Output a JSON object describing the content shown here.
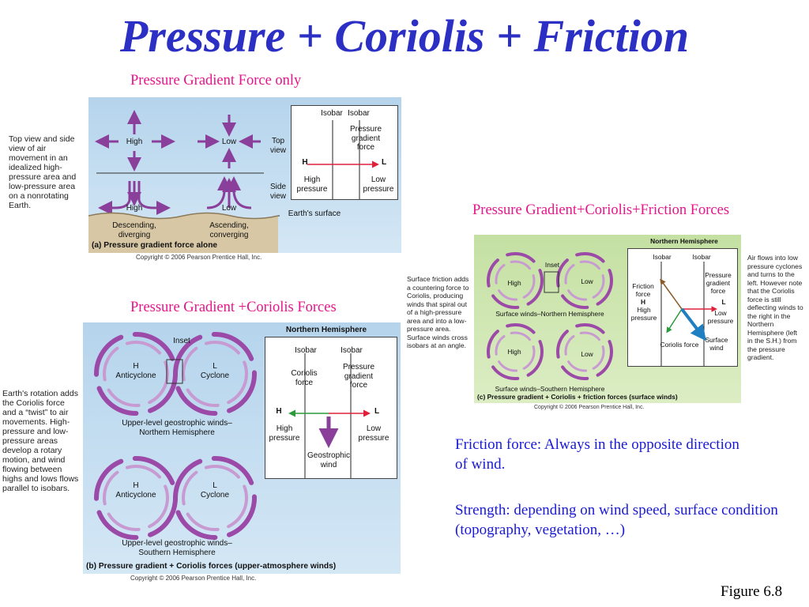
{
  "title": "Pressure + Coriolis + Friction",
  "panel_a": {
    "heading": "Pressure Gradient Force only",
    "side_note": "Top view and side view of air movement in an idealized high-pressure area and low-pressure area on a nonrotating Earth.",
    "high": "High",
    "low": "Low",
    "top_view": "Top view",
    "side_view": "Side view",
    "earth_surface": "Earth's surface",
    "descending": "Descending, diverging",
    "ascending": "Ascending, converging",
    "isobar1": "Isobar",
    "isobar2": "Isobar",
    "pgf": "Pressure gradient force",
    "H": "H",
    "L": "L",
    "high_pressure": "High pressure",
    "low_pressure": "Low pressure",
    "caption": "(a) Pressure gradient force alone",
    "copyright": "Copyright © 2006 Pearson Prentice Hall, Inc."
  },
  "panel_b": {
    "heading": "Pressure Gradient +Coriolis Forces",
    "side_note": "Earth's rotation adds the Coriolis force and a “twist” to air movements. High-pressure and low-pressure areas develop a rotary motion, and wind flowing between highs and lows flows parallel to isobars.",
    "inset": "Inset",
    "h": "H",
    "anticyclone": "Anticyclone",
    "l": "L",
    "cyclone": "Cyclone",
    "north_caption": "Upper-level geostrophic winds–Northern Hemisphere",
    "south_caption": "Upper-level geostrophic winds–Southern Hemisphere",
    "northern_hemisphere": "Northern Hemisphere",
    "isobar1": "Isobar",
    "isobar2": "Isobar",
    "coriolis": "Coriolis force",
    "pgf": "Pressure gradient force",
    "H": "H",
    "L": "L",
    "high_pressure": "High pressure",
    "low_pressure": "Low pressure",
    "geostrophic": "Geostrophic wind",
    "caption": "(b) Pressure gradient + Coriolis forces (upper-atmosphere winds)",
    "copyright": "Copyright © 2006 Pearson Prentice Hall, Inc."
  },
  "panel_c": {
    "heading": "Pressure Gradient+Coriolis+Friction Forces",
    "side_note_left": "Surface friction adds a countering force to Coriolis, producing winds that spiral out of a high-pressure area and into a low-pressure area. Surface winds cross isobars at an angle.",
    "side_note_right": "Air flows into low pressure cyclones and turns to the left. However note that the Coriolis force is still deflecting winds to the right in the Northern Hemisphere (left in the S.H.) from the pressure gradient.",
    "inset": "Inset",
    "high": "High",
    "low": "Low",
    "north_caption": "Surface winds–Northern Hemisphere",
    "south_caption": "Surface winds–Southern Hemisphere",
    "northern_hemisphere": "Northern Hemisphere",
    "isobar1": "Isobar",
    "isobar2": "Isobar",
    "friction": "Friction force",
    "H": "H",
    "high_pressure": "High pressure",
    "pgf": "Pressure gradient force",
    "L": "L",
    "low_pressure": "Low pressure",
    "coriolis": "Coriolis force",
    "surface_wind": "Surface wind",
    "caption": "(c) Pressure gradient + Coriolis + friction forces (surface winds)",
    "copyright": "Copyright © 2006 Pearson Prentice Hall, Inc."
  },
  "notes": {
    "friction": "Friction force: Always in the opposite direction of wind.",
    "strength": "Strength: depending on wind speed, surface condition (topography, vegetation, …)"
  },
  "figure_label": "Figure  6.8",
  "colors": {
    "title": "#2b2fc4",
    "heading": "#e6158c",
    "note": "#1a1ad6",
    "arrow": "#8a3f9a"
  }
}
